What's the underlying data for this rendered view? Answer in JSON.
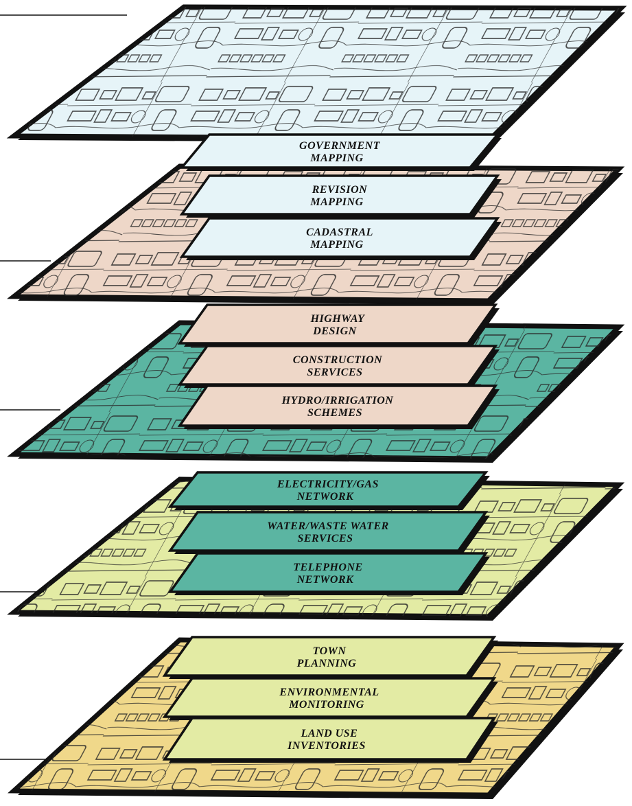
{
  "colors": {
    "outline": "#111111",
    "mapline": "#2a2a2a"
  },
  "layers": [
    {
      "fill": "#e6f4f8",
      "labels": []
    },
    {
      "fill": "#eed7c8",
      "labels": [
        {
          "line1": "GOVERNMENT",
          "line2": "MAPPING",
          "fill": "#e6f4f8"
        },
        {
          "line1": "REVISION",
          "line2": "MAPPING",
          "fill": "#e6f4f8"
        },
        {
          "line1": "CADASTRAL",
          "line2": "MAPPING",
          "fill": "#e6f4f8"
        }
      ]
    },
    {
      "fill": "#5bb5a2",
      "labels": [
        {
          "line1": "HIGHWAY",
          "line2": "DESIGN",
          "fill": "#eed7c8"
        },
        {
          "line1": "CONSTRUCTION",
          "line2": "SERVICES",
          "fill": "#eed7c8"
        },
        {
          "line1": "HYDRO/IRRIGATION",
          "line2": "SCHEMES",
          "fill": "#eed7c8"
        }
      ]
    },
    {
      "fill": "#e3eba4",
      "labels": [
        {
          "line1": "ELECTRICITY/GAS",
          "line2": "NETWORK",
          "fill": "#5bb5a2"
        },
        {
          "line1": "WATER/WASTE WATER",
          "line2": "SERVICES",
          "fill": "#5bb5a2"
        },
        {
          "line1": "TELEPHONE",
          "line2": "NETWORK",
          "fill": "#5bb5a2"
        }
      ]
    },
    {
      "fill": "#f0d88a",
      "labels": [
        {
          "line1": "TOWN",
          "line2": "PLANNING",
          "fill": "#e3eba4"
        },
        {
          "line1": "ENVIRONMENTAL",
          "line2": "MONITORING",
          "fill": "#e3eba4"
        },
        {
          "line1": "LAND USE",
          "line2": "INVENTORIES",
          "fill": "#e3eba4"
        }
      ]
    }
  ]
}
